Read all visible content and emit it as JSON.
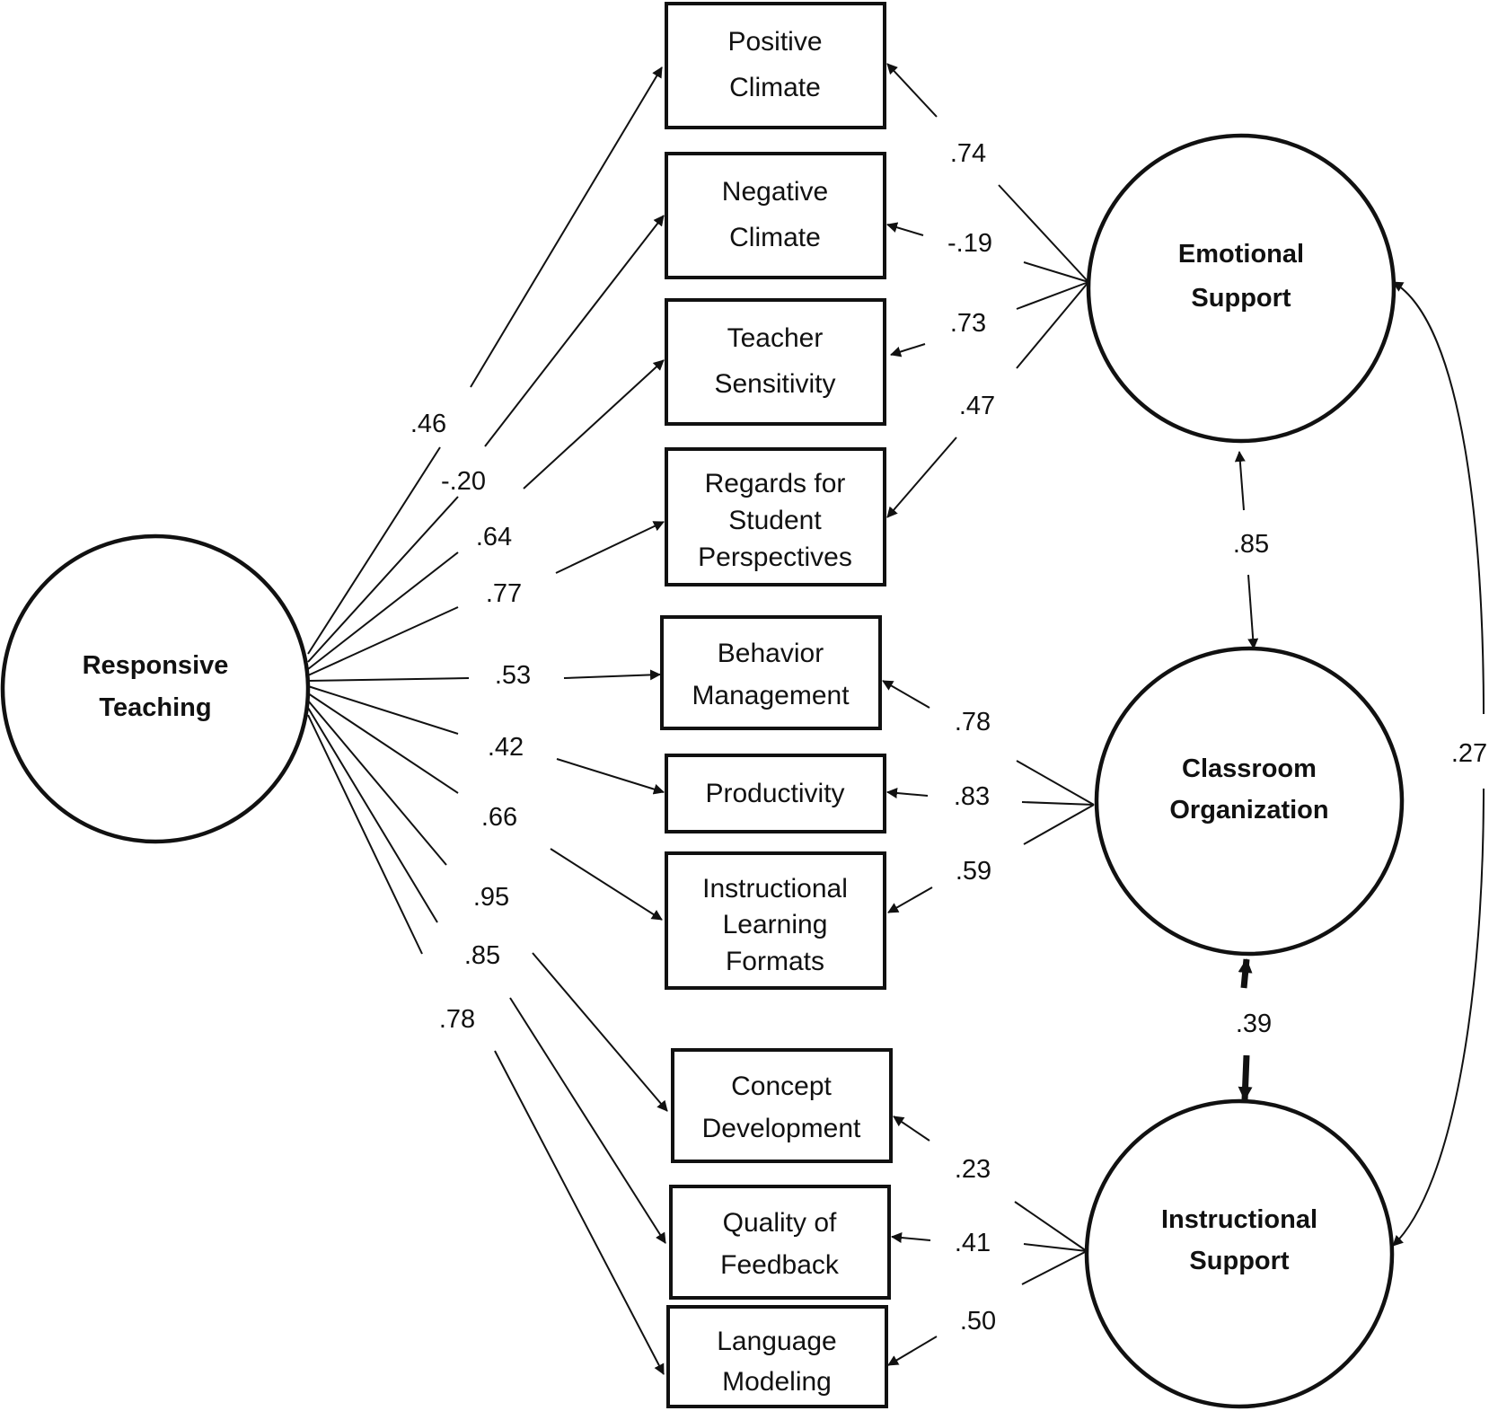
{
  "factors": {
    "responsive_teaching": [
      "Responsive",
      "Teaching"
    ],
    "emotional_support": [
      "Emotional",
      "Support"
    ],
    "classroom_organization": [
      "Classroom",
      "Organization"
    ],
    "instructional_support": [
      "Instructional",
      "Support"
    ]
  },
  "indicators": {
    "positive_climate": [
      "Positive",
      "Climate"
    ],
    "negative_climate": [
      "Negative",
      "Climate"
    ],
    "teacher_sensitivity": [
      "Teacher",
      "Sensitivity"
    ],
    "regards_for_student_perspectives": [
      "Regards for",
      "Student",
      "Perspectives"
    ],
    "behavior_management": [
      "Behavior",
      "Management"
    ],
    "productivity": [
      "Productivity"
    ],
    "instructional_learning_formats": [
      "Instructional",
      "Learning",
      "Formats"
    ],
    "concept_development": [
      "Concept",
      "Development"
    ],
    "quality_of_feedback": [
      "Quality of",
      "Feedback"
    ],
    "language_modeling": [
      "Language",
      "Modeling"
    ]
  },
  "loadings_responsive": {
    "positive_climate": ".46",
    "negative_climate": "-.20",
    "teacher_sensitivity": ".64",
    "regards_for_student_perspectives": ".77",
    "behavior_management": ".53",
    "productivity": ".42",
    "instructional_learning_formats": ".66",
    "concept_development": ".95",
    "quality_of_feedback": ".85",
    "language_modeling": ".78"
  },
  "loadings_domain": {
    "positive_climate": ".74",
    "negative_climate": "-.19",
    "teacher_sensitivity": ".73",
    "regards_for_student_perspectives": ".47",
    "behavior_management": ".78",
    "productivity": ".83",
    "instructional_learning_formats": ".59",
    "concept_development": ".23",
    "quality_of_feedback": ".41",
    "language_modeling": ".50"
  },
  "correlations": {
    "emotional_classroom": ".85",
    "classroom_instructional": ".39",
    "emotional_instructional": ".27"
  }
}
